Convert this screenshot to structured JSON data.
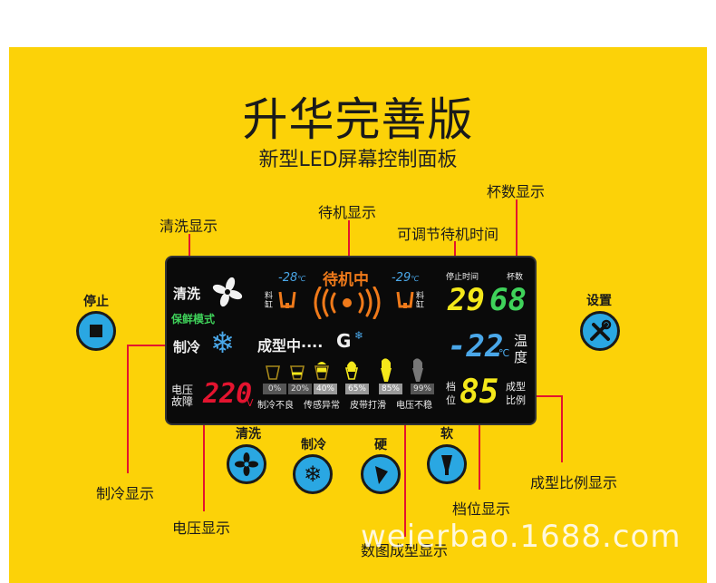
{
  "header": {
    "title": "升华完善版",
    "subtitle": "新型LED屏幕控制面板"
  },
  "callouts": {
    "clean_display": "清洗显示",
    "standby_display": "待机显示",
    "adjustable_standby_time": "可调节待机时间",
    "cup_count_display": "杯数显示",
    "cooling_display": "制冷显示",
    "voltage_display": "电压显示",
    "digital_forming_display": "数图成型显示",
    "gear_display": "档位显示",
    "forming_ratio_display": "成型比例显示"
  },
  "buttons": {
    "stop": "停止",
    "settings": "设置",
    "clean": "清洗",
    "cool": "制冷",
    "hard": "硬",
    "soft": "软"
  },
  "display": {
    "clean": "清洗",
    "fresh_mode": "保鲜模式",
    "cool": "制冷",
    "temp_left": "-28",
    "temp_right": "-29",
    "temp_unit": "℃",
    "hopper_label_left_1": "料",
    "hopper_label_left_2": "缸",
    "hopper_label_right_1": "料",
    "hopper_label_right_2": "缸",
    "standby": "待机中",
    "stop_time_label": "停止时间",
    "cup_count_label": "杯数",
    "stop_time_value": "29",
    "cup_count_value": "68",
    "temp_main": "-22",
    "temp_main_unit": "℃",
    "temp_label_1": "温",
    "temp_label_2": "度",
    "forming": "成型中····",
    "forming_letter": "G",
    "percentages": [
      "0%",
      "20%",
      "40%",
      "65%",
      "85%",
      "99%"
    ],
    "faults": [
      "制冷不良",
      "传感异常",
      "皮带打滑",
      "电压不稳"
    ],
    "voltage_label_1": "电压",
    "voltage_label_2": "故障",
    "voltage_value": "220",
    "voltage_unit": "V",
    "gear_label_1": "档",
    "gear_label_2": "位",
    "gear_value": "85",
    "ratio_label_1": "成型",
    "ratio_label_2": "比例"
  },
  "watermark": "weierbao.1688.com",
  "colors": {
    "background": "#fcd208",
    "button_blue": "#2aa7e2",
    "callout_line": "#e3142f",
    "standby_orange": "#f07a1a",
    "digit_yellow": "#f4e81a",
    "digit_green": "#3fd25a",
    "digit_red": "#e3142f",
    "digit_blue": "#4aa7e8"
  }
}
